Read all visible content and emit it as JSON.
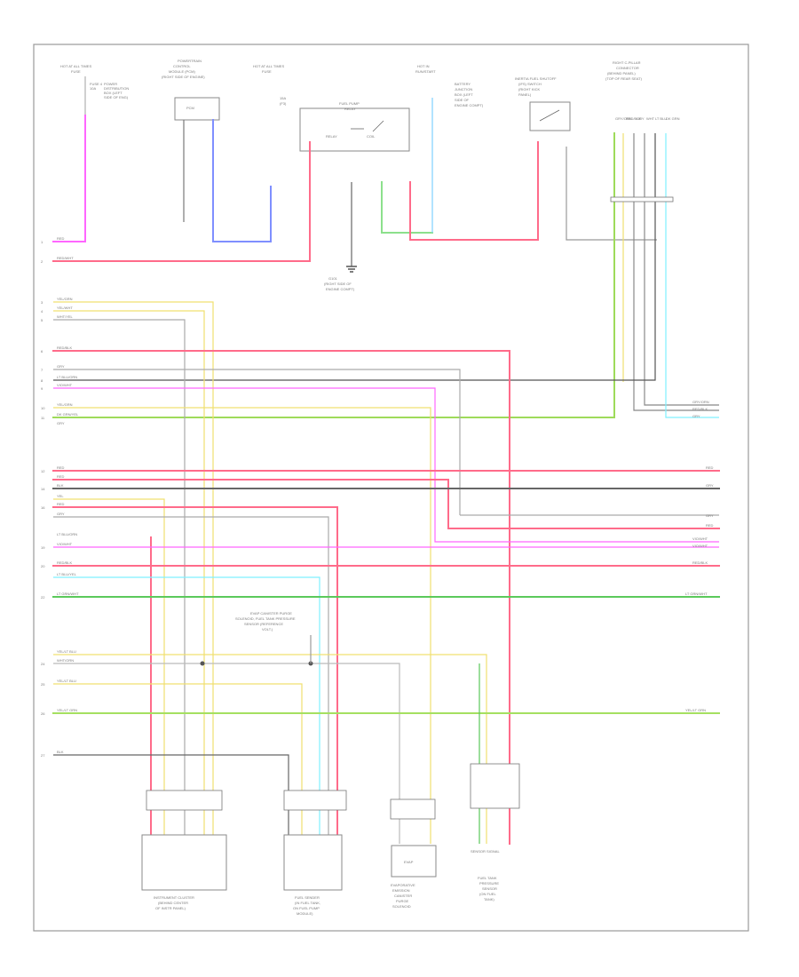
{
  "diagram": {
    "footer_code": "",
    "components": [
      {
        "id": "hot_at_all_times_1",
        "label": "HOT AT ALL TIMES"
      },
      {
        "id": "hot_at_all_times_2",
        "label": "HOT AT ALL TIMES"
      },
      {
        "id": "hot_in_run",
        "label": "HOT IN RUN"
      },
      {
        "id": "fuel_pump_relay",
        "label": "FUEL PUMP RELAY"
      },
      {
        "id": "front_pillar_connector",
        "label": "RIGHT C-PILLAR"
      },
      {
        "id": "instrument_cluster",
        "label": "INSTRUMENT CLUSTER"
      },
      {
        "id": "fuel_sender",
        "label": "FUEL SENDER"
      },
      {
        "id": "evap_sensor",
        "label": "EVAPORATIVE EMISSION SENSOR"
      },
      {
        "id": "fuel_tank_pressure",
        "label": "FUEL TANK PRESSURE SENSOR"
      }
    ],
    "wires_left": [
      "RED",
      "RED/WHT",
      "YEL/GRN",
      "YEL/WHT",
      "WHT/YEL",
      "RED/BLK",
      "GRY",
      "LT BLU/ORN",
      "VIO/WHT",
      "YEL/GRN",
      "DK GRN/YEL",
      "GRY",
      "RED",
      "RED",
      "BLK",
      "YEL",
      "RED",
      "GRY",
      "LT BLU/ORN",
      "VIO/WHT",
      "RED/BLK",
      "LT BLU/YEL",
      "LT GRN/WHT",
      "YEL/LT BLU",
      "WHT/ORN",
      "YEL/LT BLU",
      "YEL/LT GRN",
      "BLK"
    ],
    "wires_right": [
      "GRY/ORN",
      "RED/BLK",
      "GRY",
      "RED",
      "GRY",
      "GRY",
      "RED",
      "VIO/WHT",
      "VIO/WHT",
      "RED/BLK",
      "LT GRN/WHT",
      "YEL/LT GRN"
    ]
  }
}
